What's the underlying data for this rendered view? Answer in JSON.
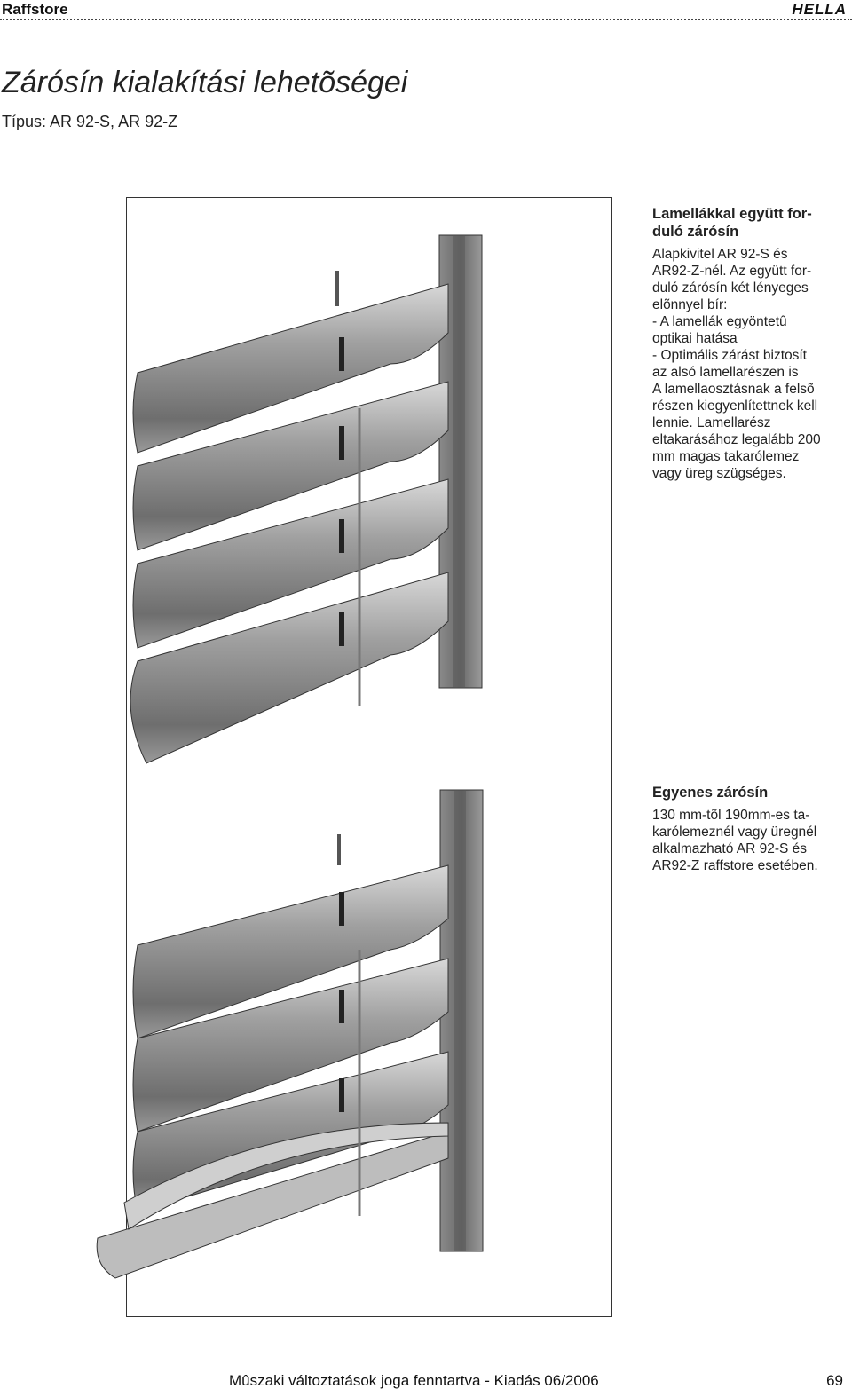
{
  "header": {
    "section": "Raffstore",
    "brand": "HELLA"
  },
  "title": "Zárósín kialakítási lehetõségei",
  "subtitle": "Típus: AR 92-S, AR 92-Z",
  "block1": {
    "heading": "Lamellákkal együtt for-\nduló zárósín",
    "body": "Alapkivitel AR 92-S és\nAR92-Z-nél. Az együtt for-\nduló zárósín két lényeges\nelõnnyel bír:\n- A lamellák egyöntetû\n   optikai hatása\n- Optimális zárást biztosít\n   az alsó lamellarészen is\nA lamellaosztásnak a felsõ\nrészen kiegyenlítettnek kell\nlennie. Lamellarész\neltakarásához legalább 200\nmm magas takarólemez\nvagy üreg szügséges."
  },
  "block2": {
    "heading": "Egyenes zárósín",
    "body": "130 mm-tõl 190mm-es ta-\nkarólemeznél vagy üregnél\nalkalmazható  AR 92-S és\nAR92-Z raffstore esetében."
  },
  "footer": {
    "note": "Mûszaki változtatások joga fenntartva - Kiadás 06/2006",
    "page": "69"
  }
}
